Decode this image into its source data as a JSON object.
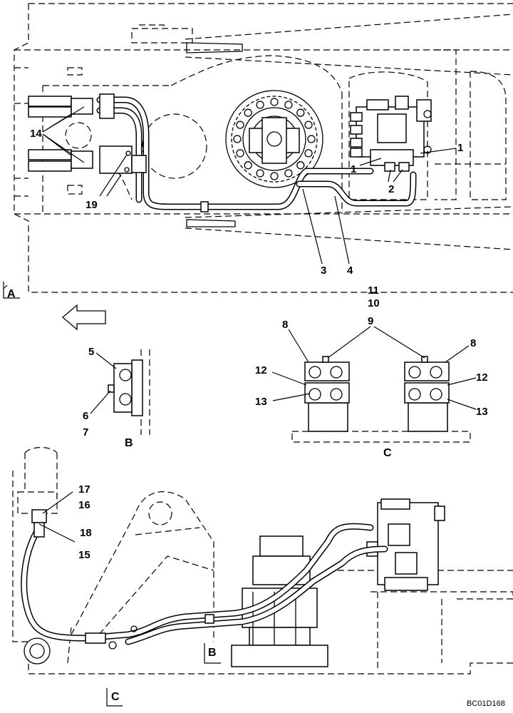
{
  "labels": {
    "l1a": "1",
    "l1b": "1",
    "l2": "2",
    "l3": "3",
    "l4": "4",
    "l14": "14",
    "l19": "19",
    "l11": "11",
    "l10": "10",
    "l9": "9",
    "l8a": "8",
    "l8b": "8",
    "l12a": "12",
    "l12b": "12",
    "l13a": "13",
    "l13b": "13",
    "l5": "5",
    "l6": "6",
    "l7": "7",
    "l17": "17",
    "l16": "16",
    "l18": "18",
    "l15": "15"
  },
  "views": {
    "a": "A",
    "b": "B",
    "c": "C",
    "a_mark": "A",
    "b_mark": "B",
    "c_mark": "C"
  },
  "drawing_id": "BC01D168"
}
